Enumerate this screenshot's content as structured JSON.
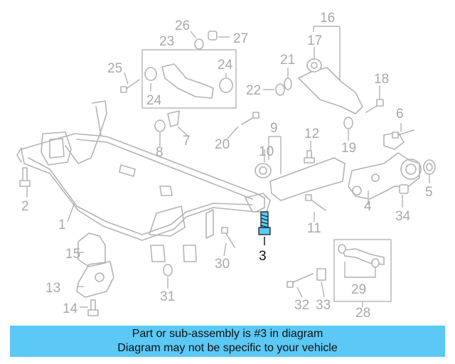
{
  "diagram": {
    "highlighted_part": "3",
    "callouts": [
      "1",
      "2",
      "3",
      "4",
      "5",
      "6",
      "7",
      "8",
      "9",
      "10",
      "11",
      "12",
      "13",
      "14",
      "15",
      "16",
      "17",
      "18",
      "19",
      "20",
      "21",
      "22",
      "23",
      "24",
      "24",
      "25",
      "26",
      "27",
      "28",
      "29",
      "30",
      "31",
      "32",
      "33",
      "34"
    ]
  },
  "banner": {
    "line1": "Part or sub-assembly is #3 in diagram",
    "line2": "Diagram may not be specific to your vehicle"
  },
  "colors": {
    "banner_background": "#5bc8f5",
    "linework": "#b4b4b4",
    "highlight": "#111111"
  }
}
